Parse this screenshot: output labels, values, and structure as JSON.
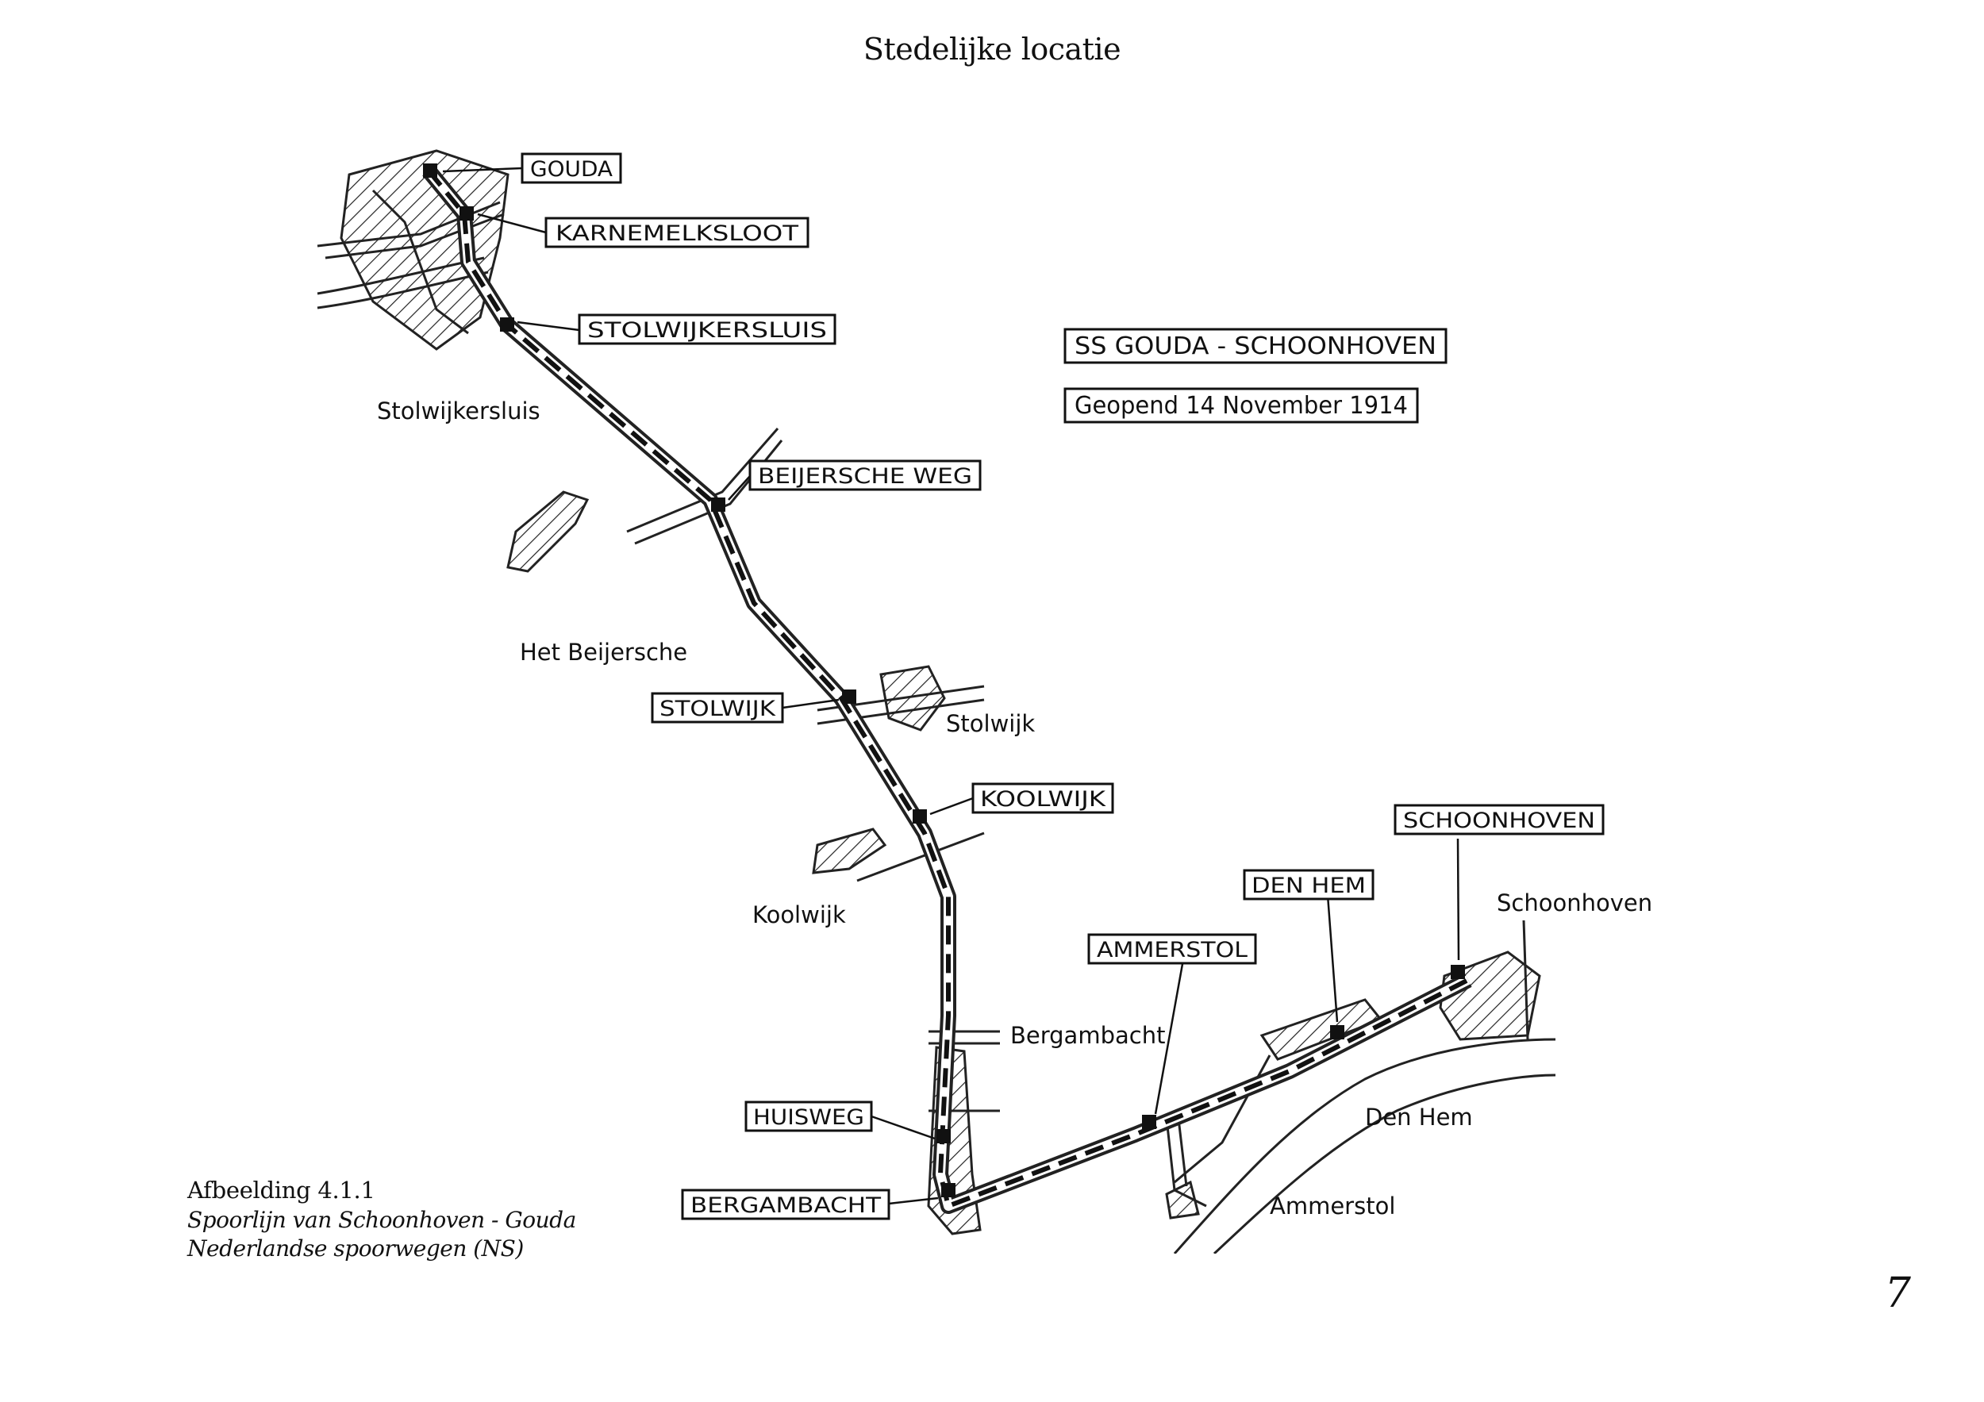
{
  "header": {
    "title": "Stedelijke locatie"
  },
  "map": {
    "title_box": "SS GOUDA - SCHOONHOVEN",
    "opened_box": "Geopend 14 November 1914",
    "stations": [
      "GOUDA",
      "KARNEMELKSLOOT",
      "STOLWIJKERSLUIS",
      "BEIJERSCHE WEG",
      "STOLWIJK",
      "KOOLWIJK",
      "HUISWEG",
      "BERGAMBACHT",
      "AMMERSTOL",
      "DEN HEM",
      "SCHOONHOVEN"
    ],
    "places": [
      "Stolwijkersluis",
      "Het Beijersche",
      "Stolwijk",
      "Koolwijk",
      "Bergambacht",
      "Schoonhoven",
      "Den Hem",
      "Ammerstol"
    ]
  },
  "caption": {
    "title": "Afbeelding 4.1.1",
    "line1": "Spoorlijn van Schoonhoven - Gouda",
    "line2": "Nederlandse spoorwegen (NS)"
  },
  "page_number": "7"
}
